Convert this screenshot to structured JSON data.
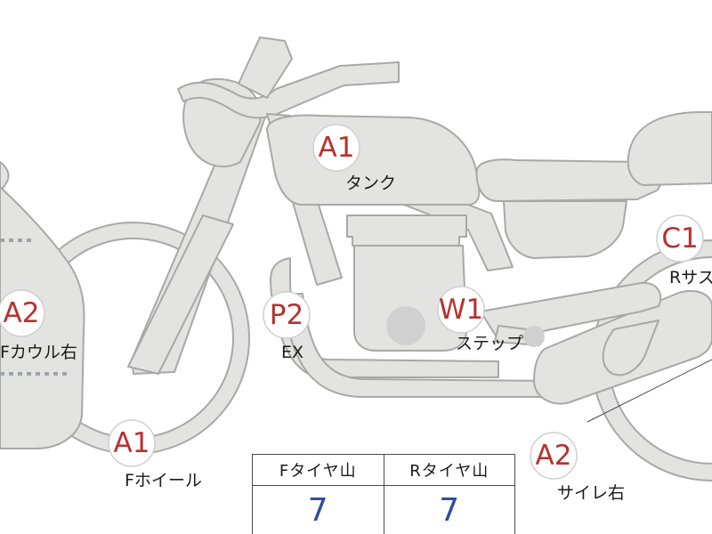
{
  "labels": [
    {
      "code": "A1",
      "name": "タンク"
    },
    {
      "code": "A2",
      "name": "Fカウル右"
    },
    {
      "code": "P2",
      "name": "EX"
    },
    {
      "code": "W1",
      "name": "ステップ"
    },
    {
      "code": "C1",
      "name": "Rサス"
    },
    {
      "code": "A1",
      "name": "Fホイール"
    },
    {
      "code": "A2",
      "name": "サイレ右"
    }
  ],
  "tread_table": {
    "headers": [
      "Fタイヤ山",
      "Rタイヤ山"
    ],
    "values": [
      "7",
      "7"
    ]
  },
  "colors": {
    "code_text": "#b9302e",
    "tread_value": "#2f4f9c",
    "part_fill": "#e3e3e1",
    "part_outline": "#a7a9a8"
  }
}
